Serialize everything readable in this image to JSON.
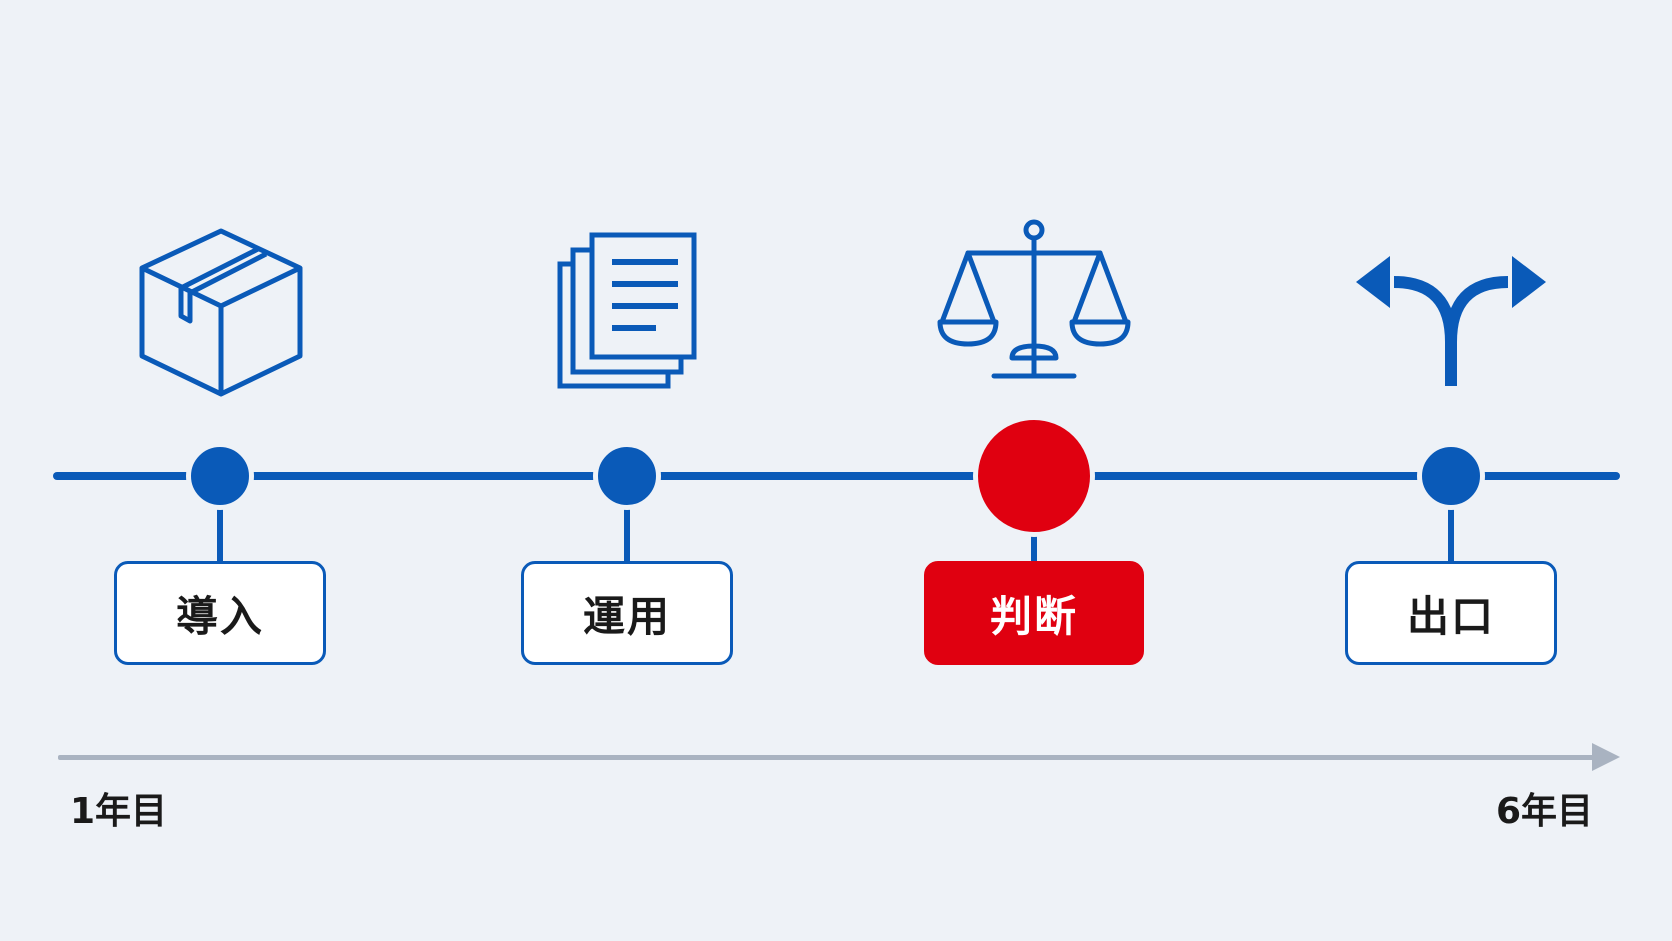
{
  "stages": [
    {
      "label": "導入",
      "icon": "box-icon",
      "active": false
    },
    {
      "label": "運用",
      "icon": "documents-icon",
      "active": false
    },
    {
      "label": "判断",
      "icon": "scales-icon",
      "active": true
    },
    {
      "label": "出口",
      "icon": "fork-arrow-icon",
      "active": false
    }
  ],
  "axis": {
    "start_label": "1年目",
    "end_label": "6年目"
  },
  "colors": {
    "primary": "#0a5ab8",
    "accent": "#e00010",
    "background": "#eef2f7",
    "axis": "#a9b3c1"
  }
}
